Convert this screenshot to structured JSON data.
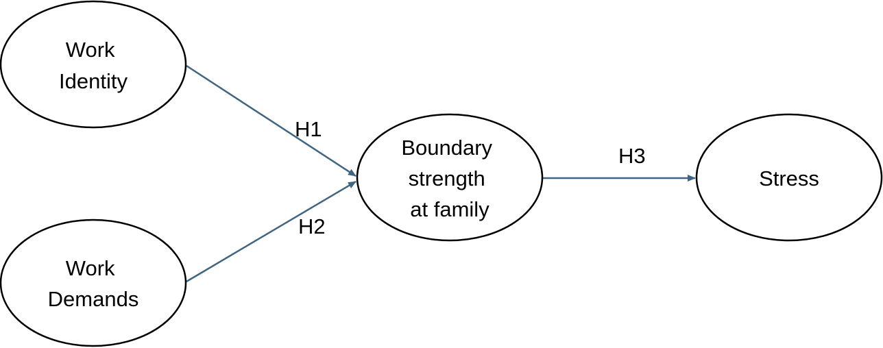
{
  "diagram": {
    "nodes": {
      "work_identity": {
        "lines": [
          "Work",
          "Identity"
        ]
      },
      "work_demands": {
        "lines": [
          "Work",
          "Demands"
        ]
      },
      "boundary_strength": {
        "lines": [
          "Boundary",
          "strength",
          "at family"
        ]
      },
      "stress": {
        "lines": [
          "Stress"
        ]
      }
    },
    "edges": {
      "h1": {
        "label": "H1",
        "from": "Work Identity",
        "to": "Boundary strength at family"
      },
      "h2": {
        "label": "H2",
        "from": "Work Demands",
        "to": "Boundary strength at family"
      },
      "h3": {
        "label": "H3",
        "from": "Boundary strength at family",
        "to": "Stress"
      }
    },
    "colors": {
      "arrow": "#3f6581",
      "outline": "#000000",
      "text": "#000000"
    }
  }
}
